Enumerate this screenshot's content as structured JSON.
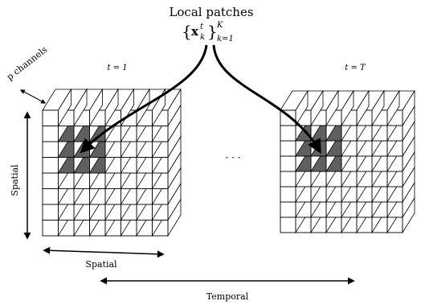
{
  "title": "Local patches",
  "patch_notation": {
    "brace_open": "{",
    "brace_close": "}",
    "symbol": "x",
    "superscript": "t",
    "subscript": "k",
    "upper_limit": "K",
    "lower_limit": "k=1"
  },
  "timesteps": {
    "first": "t = 1",
    "last": "t = T"
  },
  "axes": {
    "channels": "p channels",
    "spatial_vertical": "Spatial",
    "spatial_horizontal": "Spatial",
    "temporal": "Temporal"
  },
  "ellipsis": "· · ·",
  "grid": {
    "rows": 8,
    "cols": 8
  },
  "patch": {
    "row_start": 1,
    "row_end": 3,
    "col_start": 1,
    "col_end": 3
  },
  "colors": {
    "cell_fill": "#ffffff",
    "cell_stroke": "#000000",
    "patch_fill": "#5f5f5f",
    "arrow": "#000000"
  }
}
